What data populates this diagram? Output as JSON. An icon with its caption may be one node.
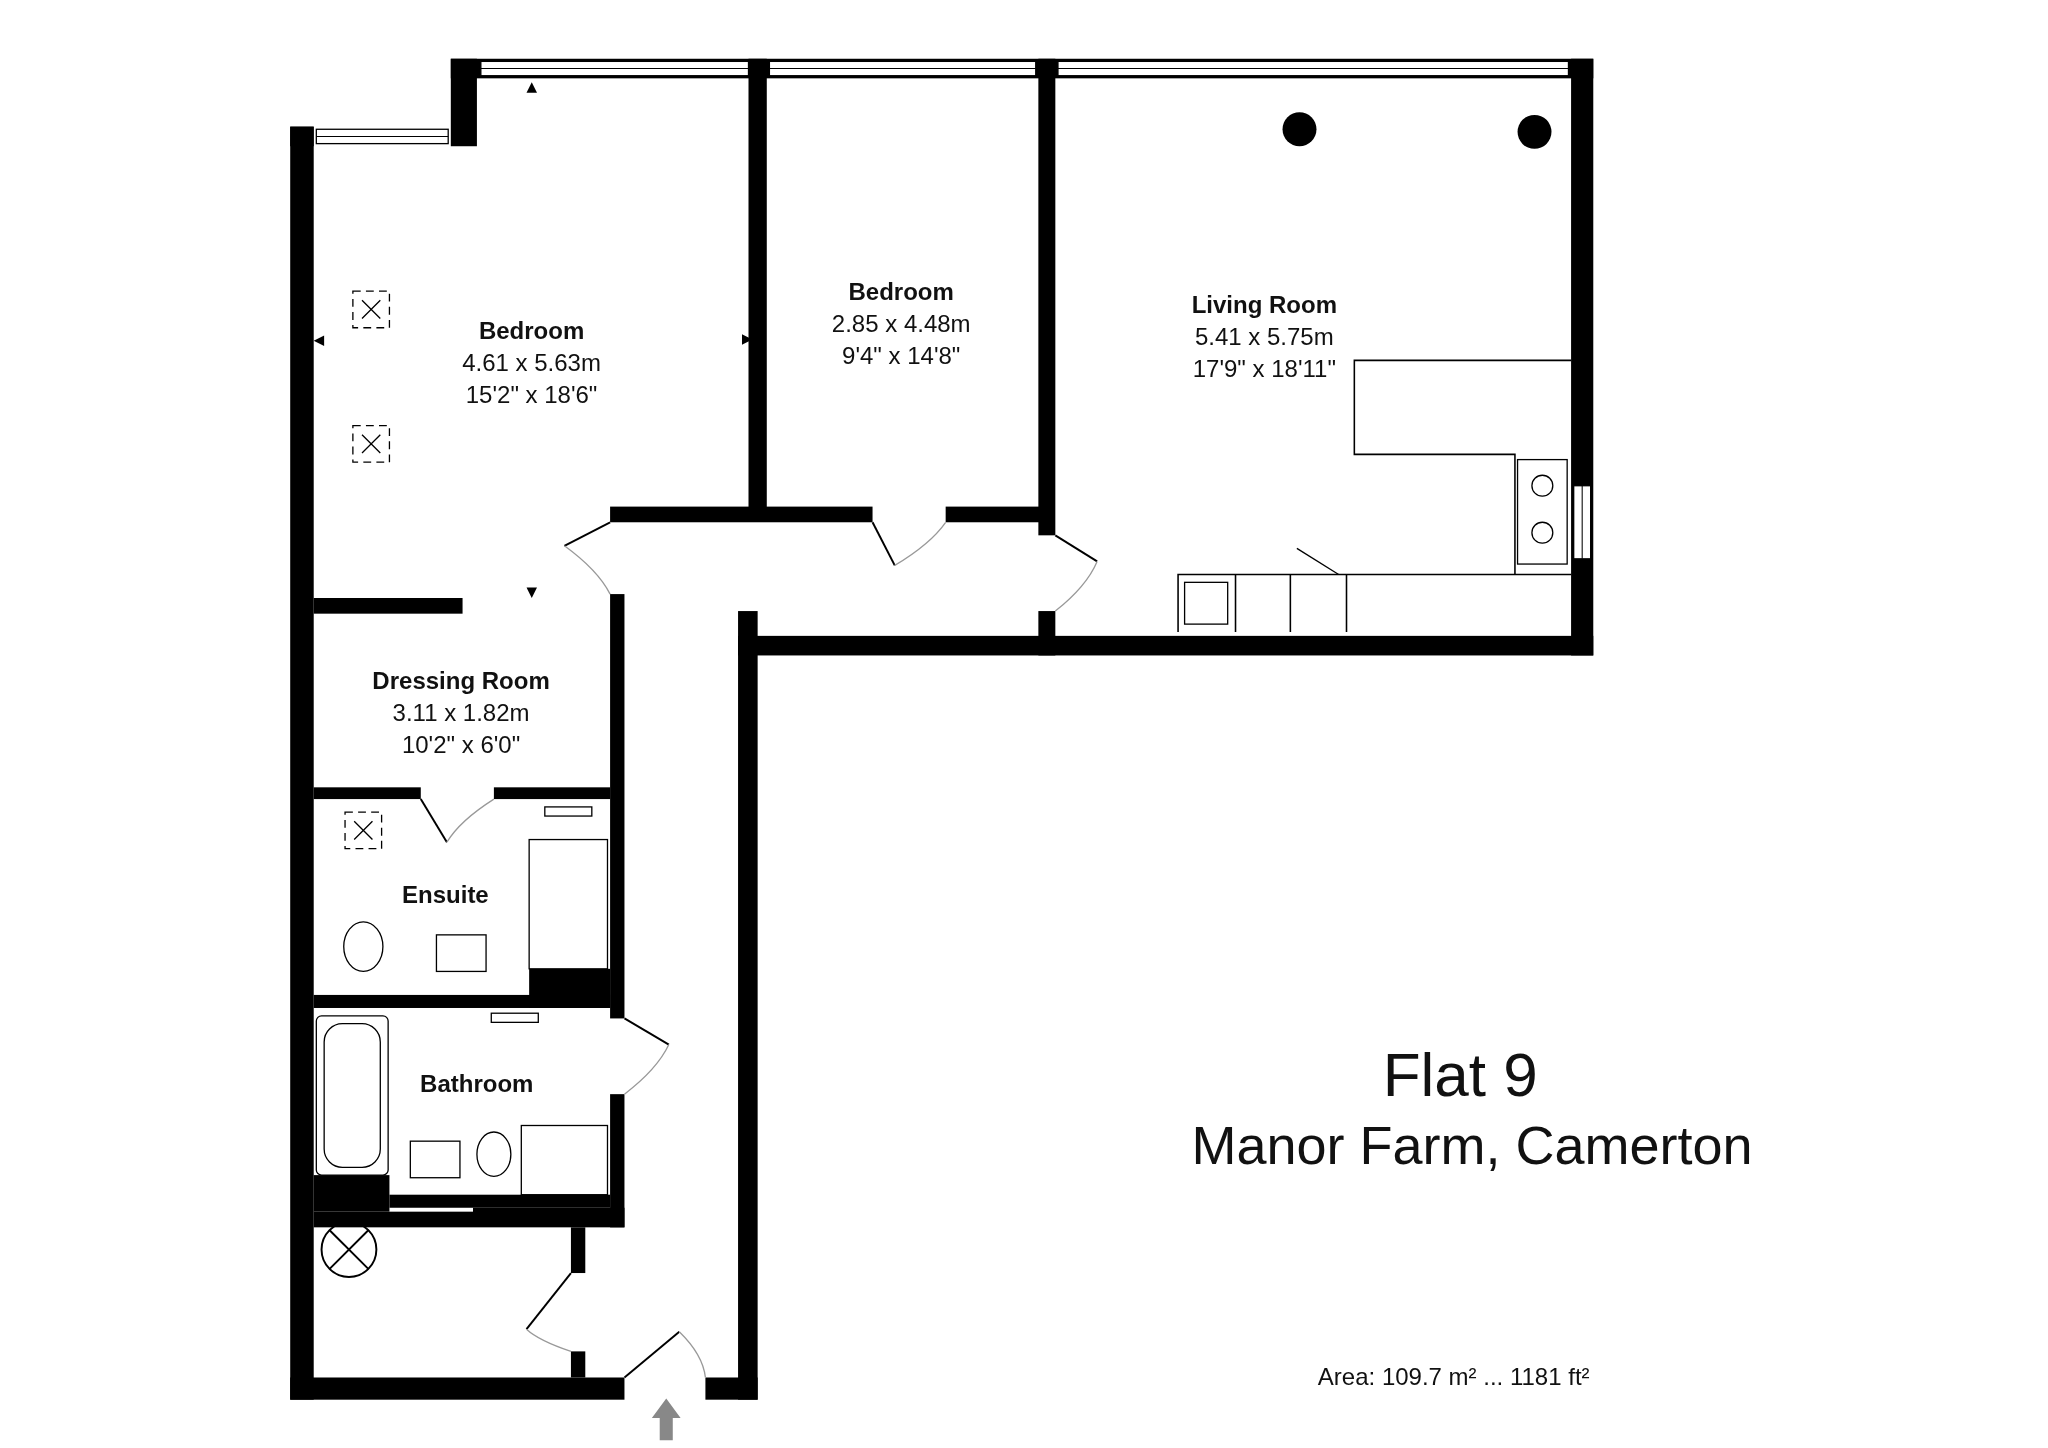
{
  "diagram": {
    "title": "Flat 9",
    "nodes": [
      {
        "text": [
          "Bedroom",
          "4.61 x 5.63m",
          "15'2\" x 18'6\""
        ]
      },
      {
        "text": [
          "Bedroom",
          "2.85 x 4.48m",
          "9'4\" x 14'8\""
        ]
      },
      {
        "text": [
          "Living Room",
          "5.41 x 5.75m",
          "17'9\" x 18'11\""
        ]
      },
      {
        "text": [
          "Dressing Room",
          "3.11 x 1.82m",
          "10'2\" x 6'0\""
        ]
      },
      {
        "text": [
          "Ensuite"
        ]
      },
      {
        "text": [
          "Bathroom"
        ]
      }
    ],
    "labels": [
      "Manor Farm, Camerton",
      "Area: 109.7 m² ... 1181 ft²"
    ]
  }
}
